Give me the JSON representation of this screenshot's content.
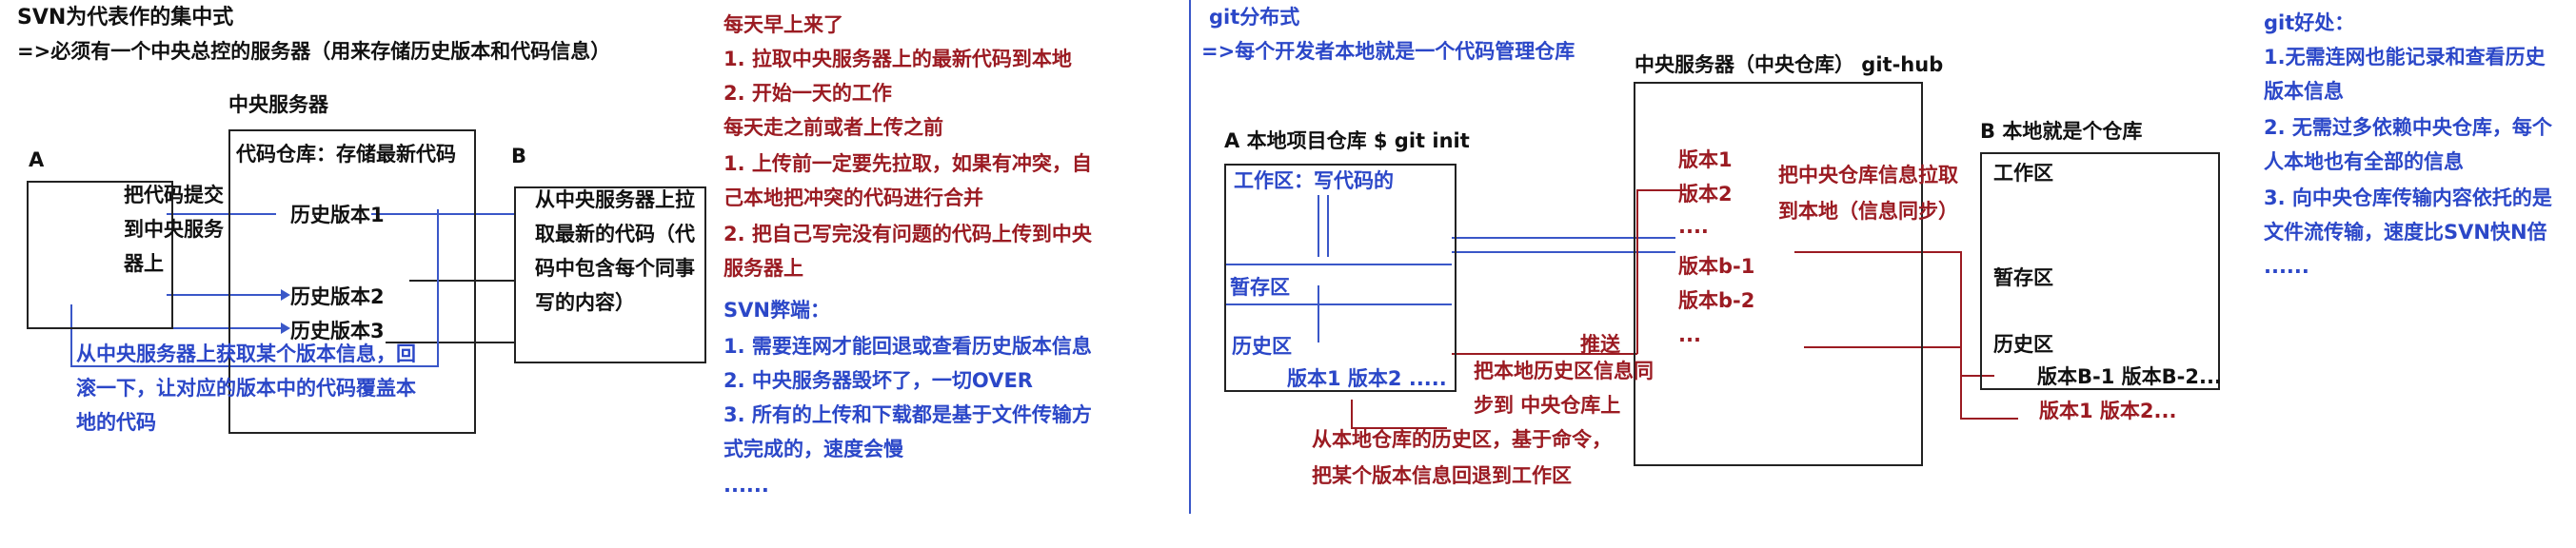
{
  "colors": {
    "ink": "#111111",
    "red": "#9b1b22",
    "blue": "#2b47c8",
    "divider": "#3a57c8"
  },
  "svn": {
    "title": "SVN为代表作的集中式",
    "subtitle": "=>必须有一个中央总控的服务器（用来存储历史版本和代码信息）",
    "server_label": "中央服务器",
    "server_store": "代码仓库：存储最新代码",
    "history": [
      "历史版本1",
      "历史版本2",
      "历史版本3"
    ],
    "a_label": "A",
    "a_commit": [
      "把代码提交",
      "到中央服务",
      "器上"
    ],
    "b_label": "B",
    "b_pull": [
      "从中央服务器上拉",
      "取最新的代码（代",
      "码中包含每个同事",
      "写的内容）"
    ],
    "rollback_note": [
      "从中央服务器上获取某个版本信息，回",
      "滚一下，让对应的版本中的代码覆盖本",
      "地的代码"
    ]
  },
  "workflow": {
    "lines": [
      "每天早上来了",
      "1. 拉取中央服务器上的最新代码到本地",
      "2. 开始一天的工作",
      "每天走之前或者上传之前",
      "1. 上传前一定要先拉取，如果有冲突，自",
      "己本地把冲突的代码进行合并",
      "2. 把自己写完没有问题的代码上传到中央",
      "服务器上"
    ],
    "cons_title": "SVN弊端：",
    "cons": [
      "1. 需要连网才能回退或查看历史版本信息",
      "2. 中央服务器毁坏了，一切OVER",
      "3. 所有的上传和下载都是基于文件传输方",
      "式完成的，速度会慢",
      "......"
    ]
  },
  "git": {
    "title": "git分布式",
    "subtitle": "=>每个开发者本地就是一个代码管理仓库",
    "central_label": "中央服务器（中央仓库） git-hub",
    "a_title": "A   本地项目仓库  $ git init",
    "a_work": "工作区：写代码的",
    "a_stage": "暂存区",
    "a_history": "历史区",
    "a_versions": "版本1   版本2     .....",
    "central_versions": [
      "版本1",
      "版本2",
      "....",
      "版本b-1",
      "版本b-2",
      "..."
    ],
    "sync_note": [
      "把中央仓库信息拉取",
      "到本地（信息同步）"
    ],
    "push_label": "推送",
    "push_note": [
      "把本地历史区信息同",
      "步到 中央仓库上"
    ],
    "rollback_note": [
      "从本地仓库的历史区，基于命令，",
      "把某个版本信息回退到工作区"
    ],
    "b_title": "B 本地就是个仓库",
    "b_work": "工作区",
    "b_stage": "暂存区",
    "b_history": "历史区",
    "b_versions_in": "版本B-1  版本B-2...",
    "b_versions_out": "版本1  版本2..."
  },
  "pros": {
    "title": "git好处：",
    "lines": [
      "1.无需连网也能记录和查看历史",
      "版本信息",
      "2. 无需过多依赖中央仓库，每个",
      "人本地也有全部的信息",
      "3. 向中央仓库传输内容依托的是",
      "文件流传输，速度比SVN快N倍",
      "......"
    ]
  }
}
